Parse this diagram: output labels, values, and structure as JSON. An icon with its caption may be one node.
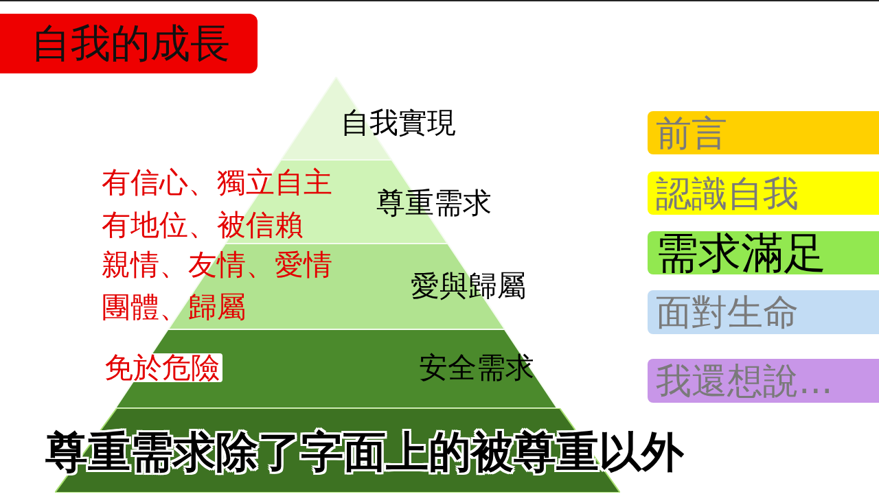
{
  "diagram": {
    "nodes": [
      {
        "text": [
          "自我的成長"
        ]
      },
      {
        "text": [
          "自我實現"
        ]
      },
      {
        "text": [
          "尊重需求"
        ]
      },
      {
        "text": [
          "愛與歸屬"
        ]
      },
      {
        "text": [
          "安全需求"
        ]
      },
      {
        "text": [],
        "shape": "box"
      },
      {
        "text": [
          "前言"
        ]
      },
      {
        "text": [
          "認識自我"
        ]
      },
      {
        "text": [
          "需求滿足"
        ]
      },
      {
        "text": [
          "面對生命"
        ]
      },
      {
        "text": [
          "我還想說..."
        ]
      }
    ],
    "edges": [],
    "labels": [
      "有信心、獨立自主",
      "有地位、被信賴",
      "親情、友情、愛情",
      "團體、歸屬",
      "免於危險",
      "尊重需求除了字面上的被尊重以外"
    ]
  }
}
